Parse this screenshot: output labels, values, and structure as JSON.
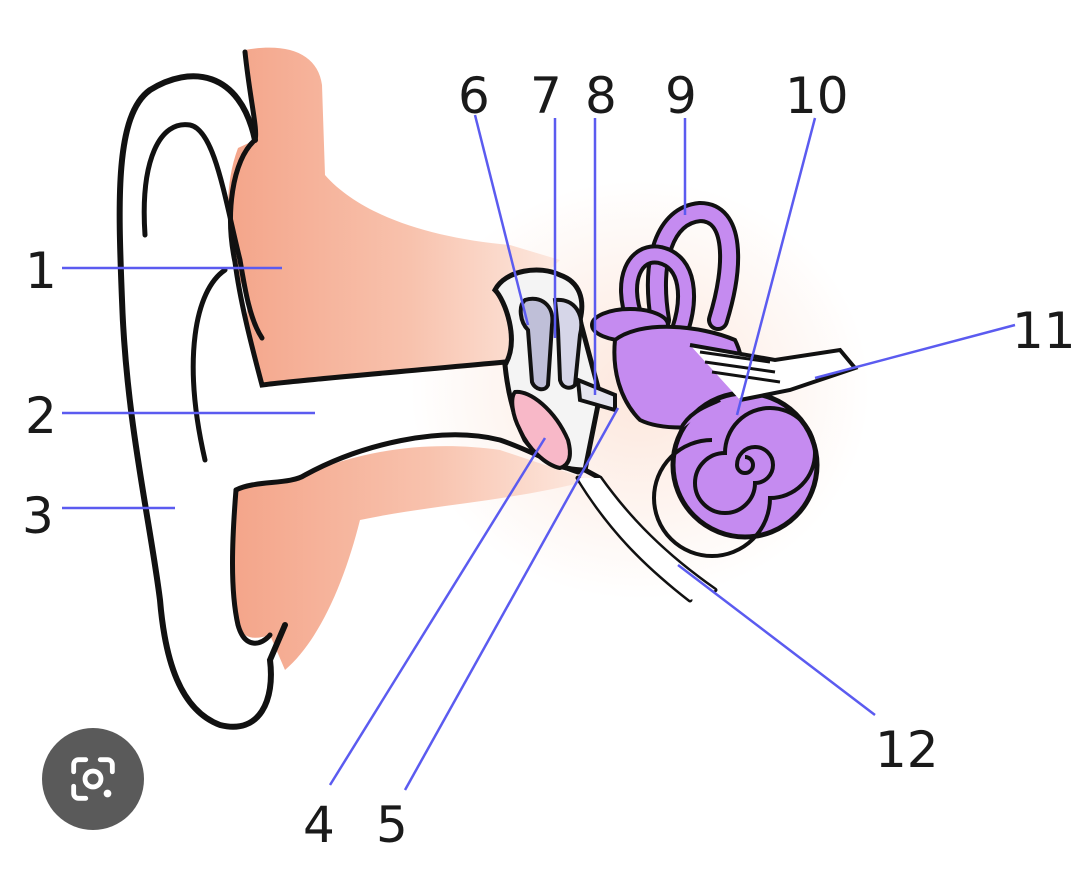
{
  "diagram": {
    "labels": [
      {
        "id": "1",
        "text": "1"
      },
      {
        "id": "2",
        "text": "2"
      },
      {
        "id": "3",
        "text": "3"
      },
      {
        "id": "4",
        "text": "4"
      },
      {
        "id": "5",
        "text": "5"
      },
      {
        "id": "6",
        "text": "6"
      },
      {
        "id": "7",
        "text": "7"
      },
      {
        "id": "8",
        "text": "8"
      },
      {
        "id": "9",
        "text": "9"
      },
      {
        "id": "10",
        "text": "10"
      },
      {
        "id": "11",
        "text": "11"
      },
      {
        "id": "12",
        "text": "12"
      }
    ],
    "colors": {
      "skin": "#f4a58a",
      "skin_light": "#fcdccf",
      "inner_ear": "#c58bf0",
      "eardrum": "#f8b8c8",
      "outline": "#111111",
      "leader": "#5b5bf0"
    }
  },
  "overlay": {
    "lens_icon": "google-lens-icon"
  }
}
